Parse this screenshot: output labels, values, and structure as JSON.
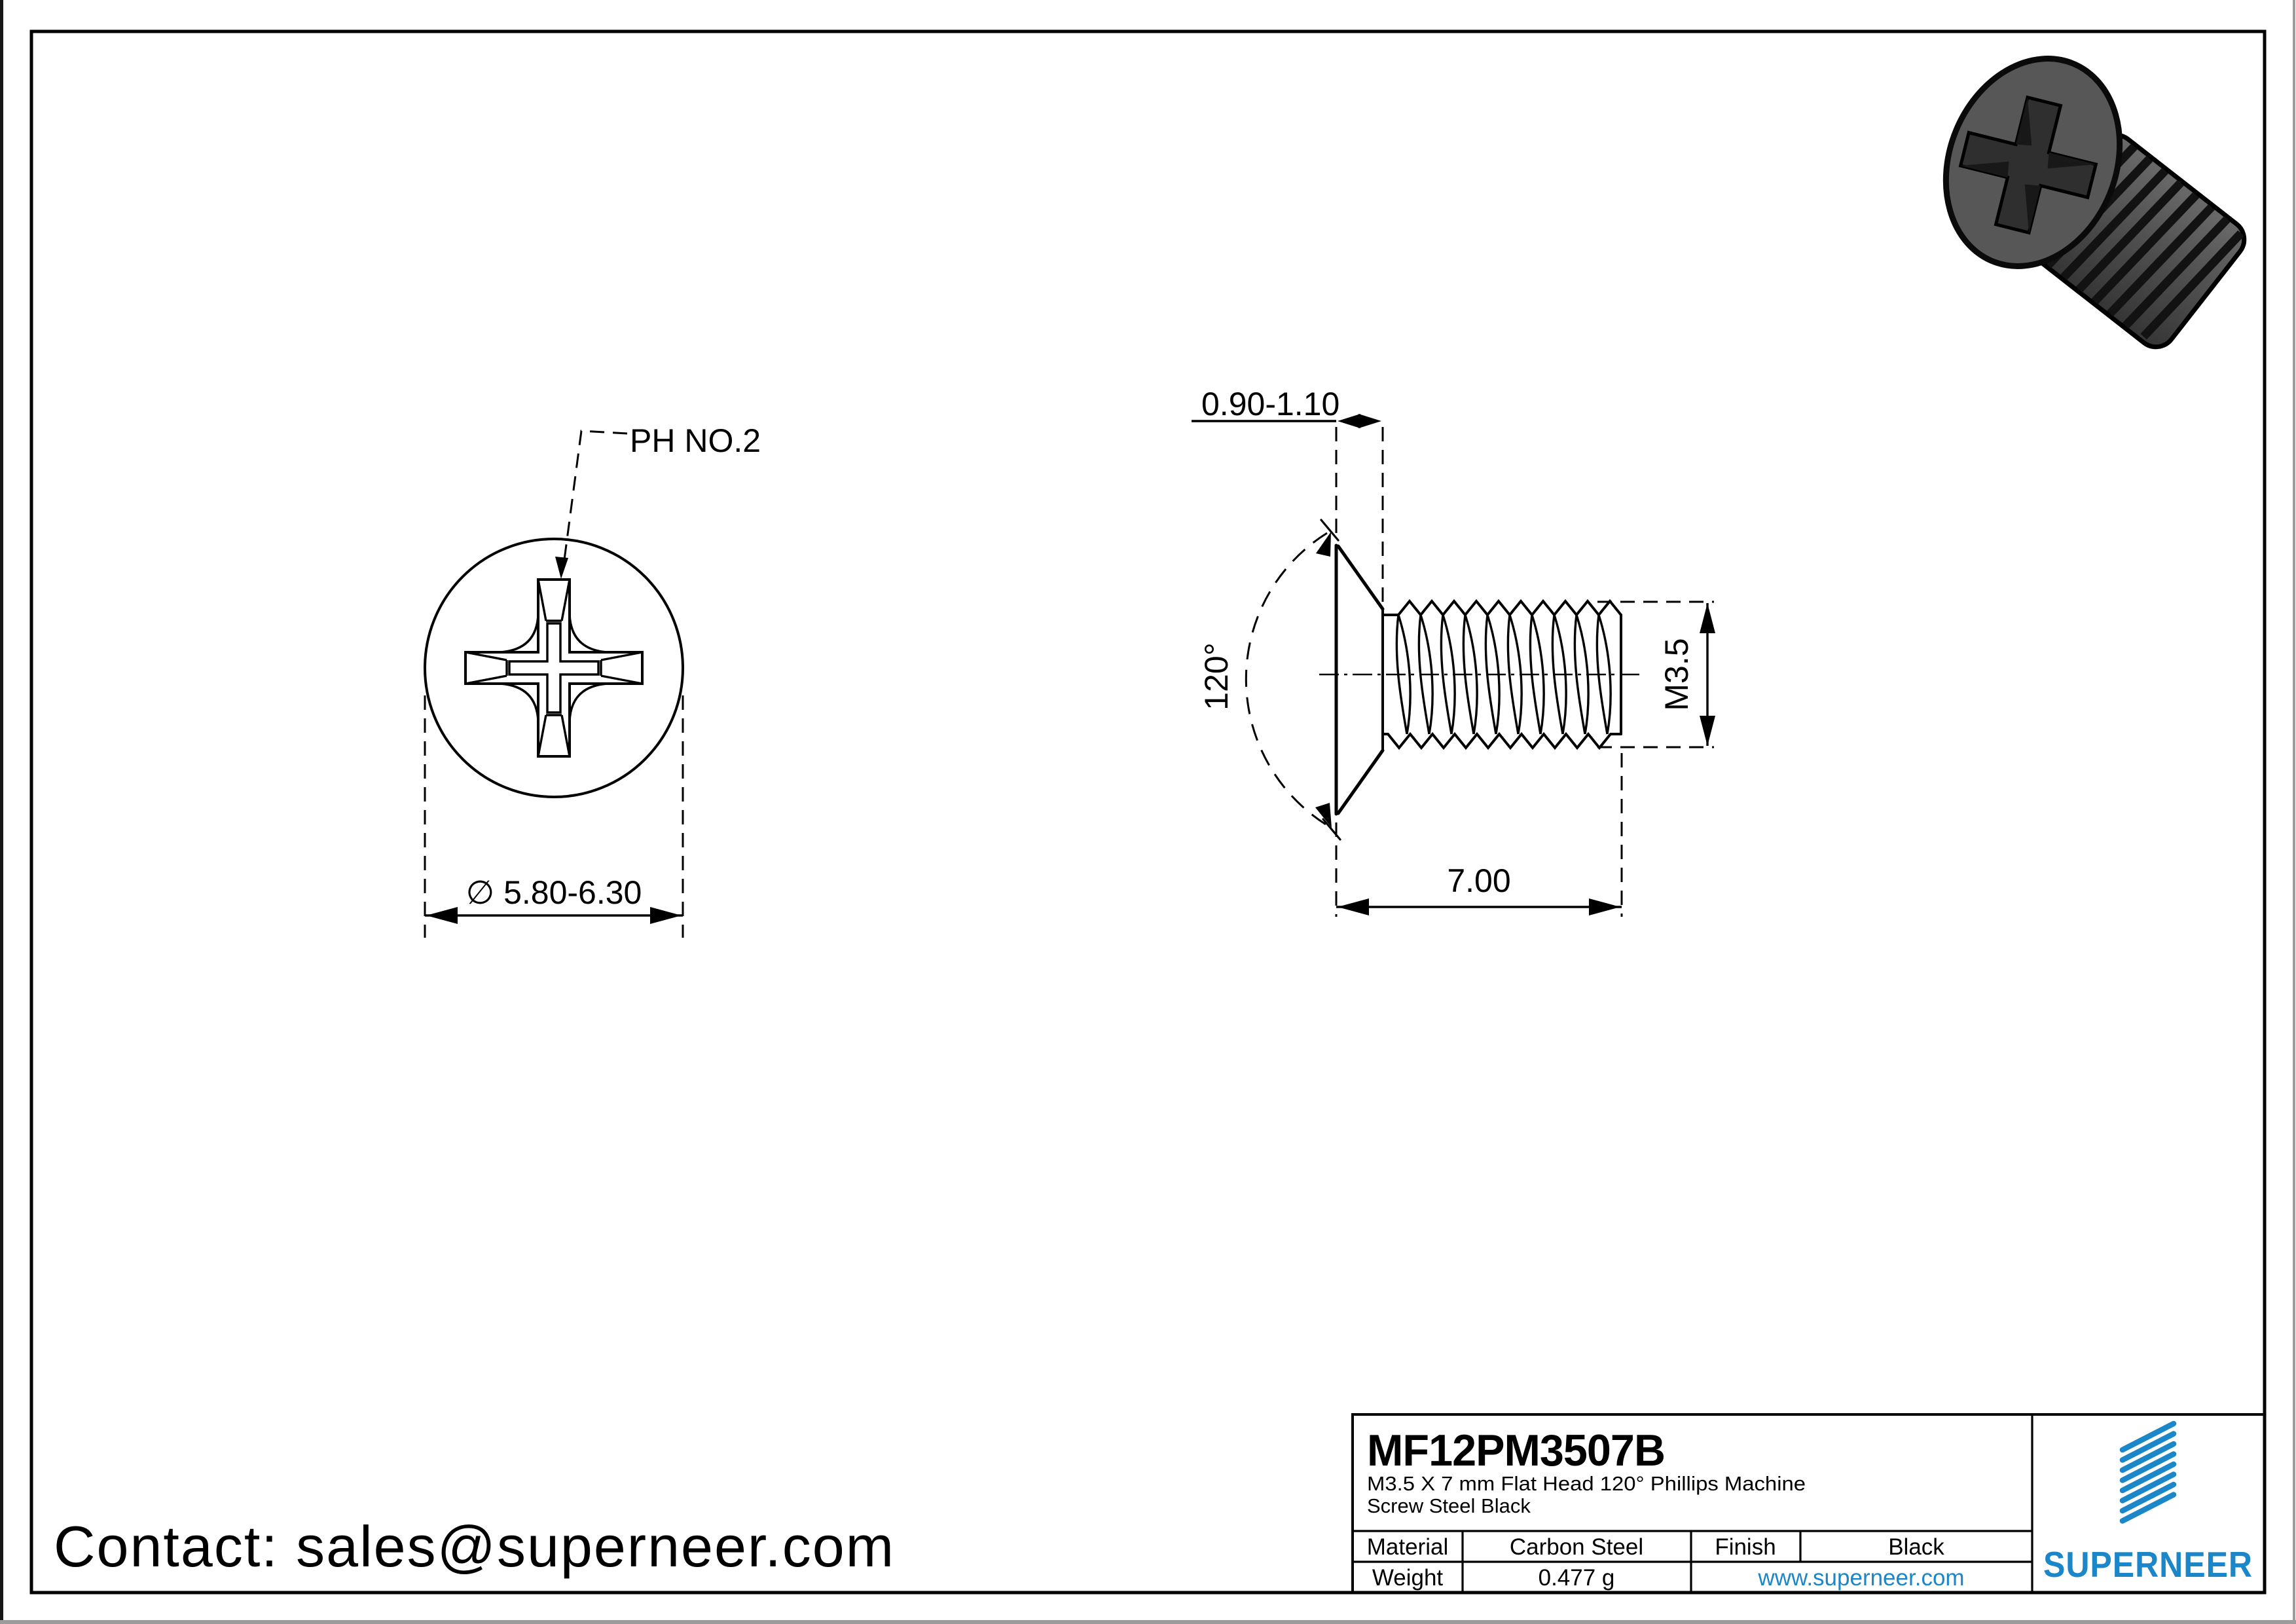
{
  "sheet": {
    "contact": "Contact: sales@superneer.com"
  },
  "views": {
    "front": {
      "recess_label": "PH NO.2",
      "diameter_label": "∅ 5.80-6.30"
    },
    "side": {
      "head_height_label": "0.90-1.10",
      "angle_label": "120°",
      "thread_size_label": "M3.5",
      "length_label": "7.00"
    }
  },
  "title_block": {
    "part_number": "MF12PM3507B",
    "description_line1": "M3.5 X 7 mm  Flat Head 120° Phillips Machine",
    "description_line2": "Screw Steel Black",
    "material_label": "Material",
    "material_value": "Carbon Steel",
    "finish_label": "Finish",
    "finish_value": "Black",
    "weight_label": "Weight",
    "weight_value": "0.477 g",
    "website": "www.superneer.com",
    "brand": "SUPERNEER"
  },
  "colors": {
    "accent_blue": "#1b86c8",
    "line_black": "#000000",
    "screw_body_gray": "#565656",
    "edge_gray": "#9c9c9c"
  }
}
